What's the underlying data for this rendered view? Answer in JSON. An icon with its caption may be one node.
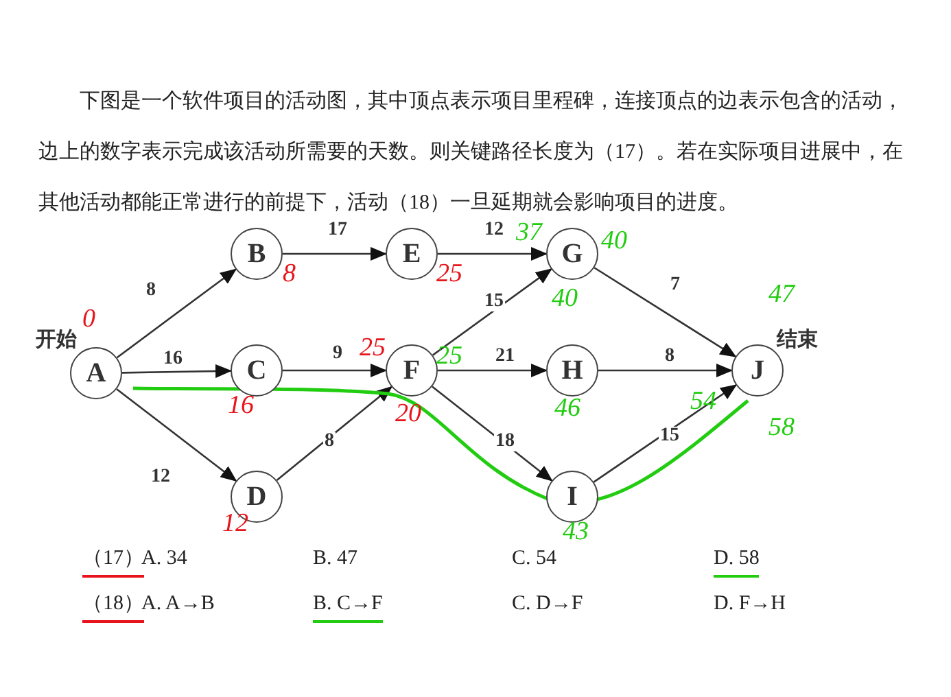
{
  "diagram": {
    "nodes": [
      {
        "text": [
          "A"
        ],
        "beside": [
          "开始"
        ]
      },
      {
        "text": [
          "B"
        ]
      },
      {
        "text": [
          "C"
        ]
      },
      {
        "text": [
          "D"
        ]
      },
      {
        "text": [
          "E"
        ]
      },
      {
        "text": [
          "F"
        ]
      },
      {
        "text": [
          "G"
        ]
      },
      {
        "text": [
          "H"
        ]
      },
      {
        "text": [
          "I"
        ]
      },
      {
        "text": [
          "J"
        ],
        "beside": [
          "结束"
        ]
      }
    ],
    "edges": [
      {
        "from": 0,
        "to": 1,
        "arrow": "to",
        "label": "8"
      },
      {
        "from": 0,
        "to": 2,
        "arrow": "to",
        "label": "16"
      },
      {
        "from": 0,
        "to": 3,
        "arrow": "to",
        "label": "12"
      },
      {
        "from": 1,
        "to": 4,
        "arrow": "to",
        "label": "17"
      },
      {
        "from": 2,
        "to": 5,
        "arrow": "to",
        "label": "9"
      },
      {
        "from": 3,
        "to": 5,
        "arrow": "to",
        "label": "8"
      },
      {
        "from": 4,
        "to": 6,
        "arrow": "to",
        "label": "12"
      },
      {
        "from": 5,
        "to": 6,
        "arrow": "to",
        "label": "15"
      },
      {
        "from": 5,
        "to": 7,
        "arrow": "to",
        "label": "21"
      },
      {
        "from": 5,
        "to": 8,
        "arrow": "to",
        "label": "18"
      },
      {
        "from": 6,
        "to": 9,
        "arrow": "to",
        "label": "7"
      },
      {
        "from": 7,
        "to": 9,
        "arrow": "to",
        "label": "8"
      },
      {
        "from": 8,
        "to": 9,
        "arrow": "to",
        "label": "15"
      }
    ],
    "labels": [
      "下图是一个软件项目的活动图，其中顶点表示项目里程碑，连接顶点的边表示包含的活动，边上的数字表示完成该活动所需要的天数。则关键路径长度为（17）。若在实际项目进展中，在其他活动都能正常进行的前提下，活动（18）一旦延期就会影响项目的进度。",
      "0",
      "8",
      "25",
      "16",
      "25",
      "20",
      "12",
      "37",
      "40",
      "40",
      "25",
      "46",
      "54",
      "47",
      "58",
      "43",
      "（17）",
      "A. 34",
      "B. 47",
      "C. 54",
      "D. 58",
      "（18）",
      "A. A→B",
      "B. C→F",
      "C. D→F",
      "D. F→H"
    ]
  }
}
